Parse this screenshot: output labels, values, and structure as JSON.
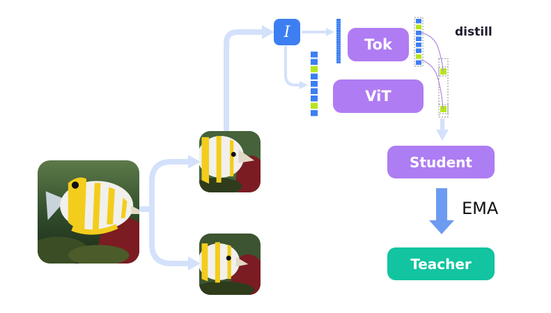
{
  "blocks": {
    "input_symbol": "I",
    "tokenizer": "Tok",
    "vit": "ViT",
    "student": "Student",
    "teacher": "Teacher"
  },
  "labels": {
    "distill": "distill",
    "ema": "EMA"
  },
  "colors": {
    "block_purple": "#b07cf3",
    "teacher_green": "#12c4a0",
    "input_blue": "#3d7ff2",
    "token_blue": "#3d7ff2",
    "token_masked": "#b5e61d",
    "arrow_light": "#d4e1fb",
    "arrow_ema": "#6d9bf2",
    "distill_curve": "#b08ee0"
  },
  "token_columns": {
    "tok_output": [
      "blue",
      "blue",
      "blue",
      "blue",
      "blue",
      "blue",
      "blue",
      "blue",
      "blue",
      "blue",
      "blue",
      "blue",
      "blue",
      "blue",
      "blue",
      "blue",
      "blue",
      "blue",
      "blue",
      "blue"
    ],
    "vit_input": [
      "blue",
      "blue",
      "masked",
      "blue",
      "blue",
      "blue",
      "blue",
      "masked",
      "blue"
    ],
    "tok_target": [
      "blue",
      "masked",
      "blue",
      "blue",
      "blue",
      "blue",
      "masked",
      "blue"
    ],
    "student_pred": [
      "masked",
      "masked"
    ]
  },
  "images": {
    "original": "fish-photo",
    "crop1": "fish-crop-1",
    "crop2": "fish-crop-2"
  }
}
